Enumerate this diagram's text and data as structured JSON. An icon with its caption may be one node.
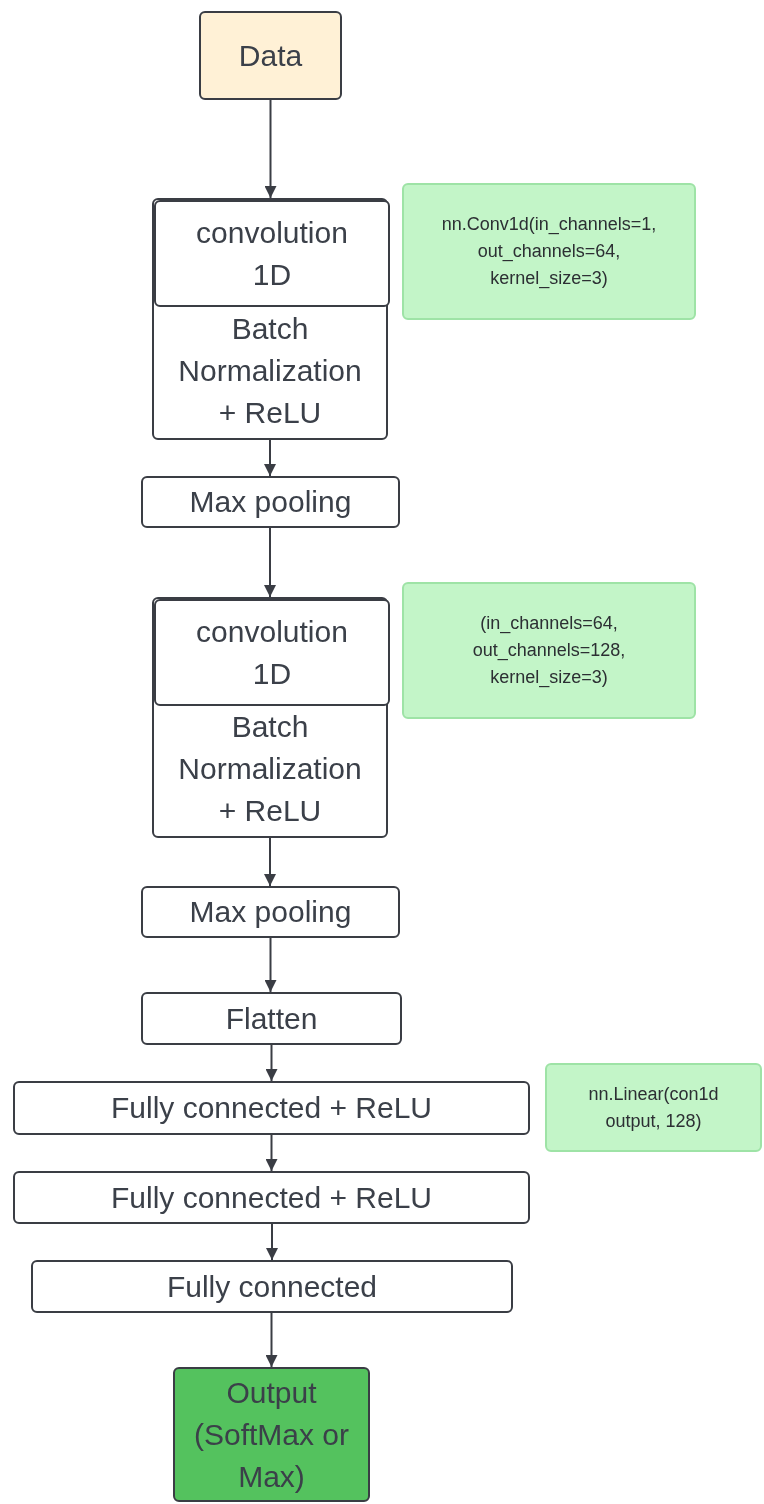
{
  "diagram": {
    "nodes": [
      {
        "text": [
          "Data"
        ]
      },
      {
        "text": [
          "Batch Normalization + ReLU"
        ]
      },
      {
        "text": [
          "convolution 1D"
        ],
        "in": 1
      },
      {
        "text": [
          "nn.Conv1d(in_channels=1, out_channels=64, kernel_size=3)"
        ]
      },
      {
        "text": [
          "Max pooling"
        ]
      },
      {
        "text": [
          "Batch Normalization + ReLU"
        ]
      },
      {
        "text": [
          "convolution 1D"
        ],
        "in": 5
      },
      {
        "text": [
          "(in_channels=64, out_channels=128, kernel_size=3)"
        ]
      },
      {
        "text": [
          "Max pooling"
        ]
      },
      {
        "text": [
          "Flatten"
        ]
      },
      {
        "text": [
          "Fully connected + ReLU"
        ]
      },
      {
        "text": [
          "nn.Linear(con1d output, 128)"
        ]
      },
      {
        "text": [
          "Fully connected + ReLU"
        ]
      },
      {
        "text": [
          "Fully connected"
        ]
      },
      {
        "text": [
          "Output (SoftMax or Max)"
        ]
      }
    ],
    "edges": [
      {
        "from": 0,
        "to": 2,
        "arrow": "to"
      },
      {
        "from": 1,
        "to": 4,
        "arrow": "to"
      },
      {
        "from": 4,
        "to": 6,
        "arrow": "to"
      },
      {
        "from": 5,
        "to": 8,
        "arrow": "to"
      },
      {
        "from": 8,
        "to": 9,
        "arrow": "to"
      },
      {
        "from": 9,
        "to": 10,
        "arrow": "to"
      },
      {
        "from": 10,
        "to": 12,
        "arrow": "to"
      },
      {
        "from": 12,
        "to": 13,
        "arrow": "to"
      },
      {
        "from": 13,
        "to": 14,
        "arrow": "to"
      }
    ]
  }
}
